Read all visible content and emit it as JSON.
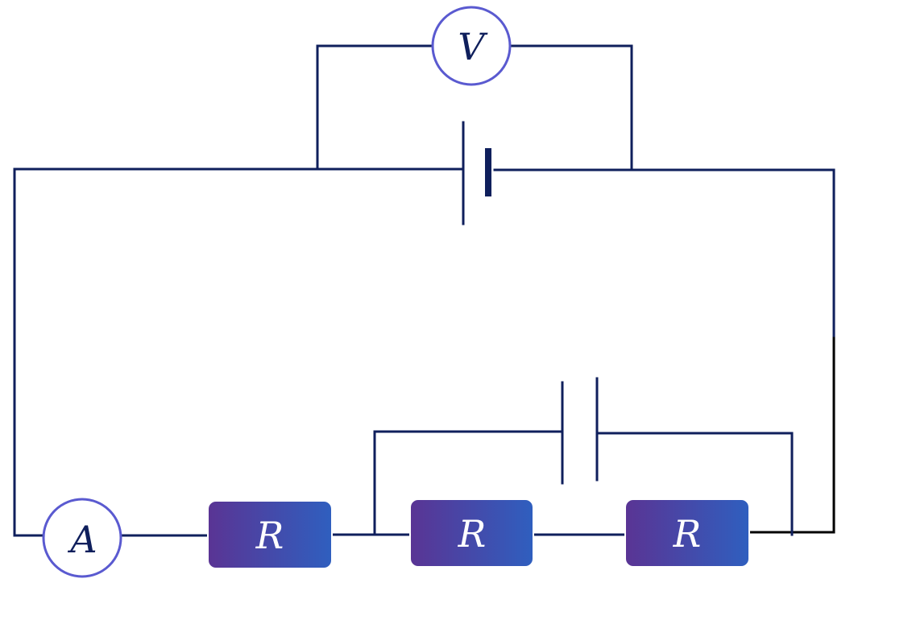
{
  "colors": {
    "wire": "#0f1f5c",
    "wire_dark": "#000000",
    "meter_ring": "#5a5ad0",
    "meter_text": "#0f1f5c",
    "resistor_left": "#5a3494",
    "resistor_right": "#2f5fbf",
    "resistor_text": "#ffffff"
  },
  "voltmeter": {
    "label": "V"
  },
  "ammeter": {
    "label": "A"
  },
  "resistors": [
    {
      "label": "R"
    },
    {
      "label": "R"
    },
    {
      "label": "R"
    }
  ]
}
